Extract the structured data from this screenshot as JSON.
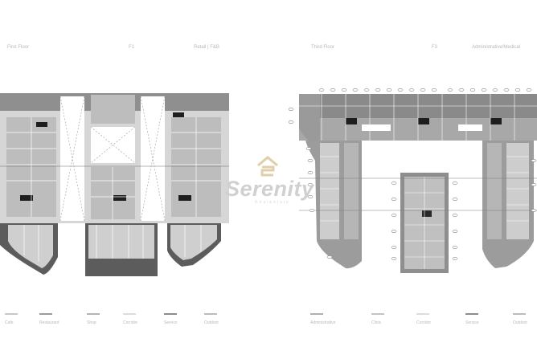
{
  "headers": {
    "first_floor": "First Floor",
    "f1": "F1",
    "retail": "Retail | F&B",
    "third_floor": "Third Floor",
    "f3": "F3",
    "admin": "Administrative/Medical"
  },
  "legend_left": [
    {
      "label": "Cafe",
      "color": "#c8c8c8"
    },
    {
      "label": "Restaurant",
      "color": "#9a9a9a"
    },
    {
      "label": "Shop",
      "color": "#b4b4b4"
    },
    {
      "label": "Corridor",
      "color": "#dcdcdc"
    },
    {
      "label": "Service",
      "color": "#8c8c8c"
    },
    {
      "label": "Outdoor",
      "color": "#bcbcbc"
    }
  ],
  "legend_right": [
    {
      "label": "Administrative",
      "color": "#b0b0b0"
    },
    {
      "label": "Clinic",
      "color": "#c4c4c4"
    },
    {
      "label": "Corridor",
      "color": "#dcdcdc"
    },
    {
      "label": "Service",
      "color": "#8c8c8c"
    },
    {
      "label": "Outdoor",
      "color": "#bcbcbc"
    }
  ],
  "watermark": {
    "name": "Serenity",
    "sub": "Realestate"
  }
}
